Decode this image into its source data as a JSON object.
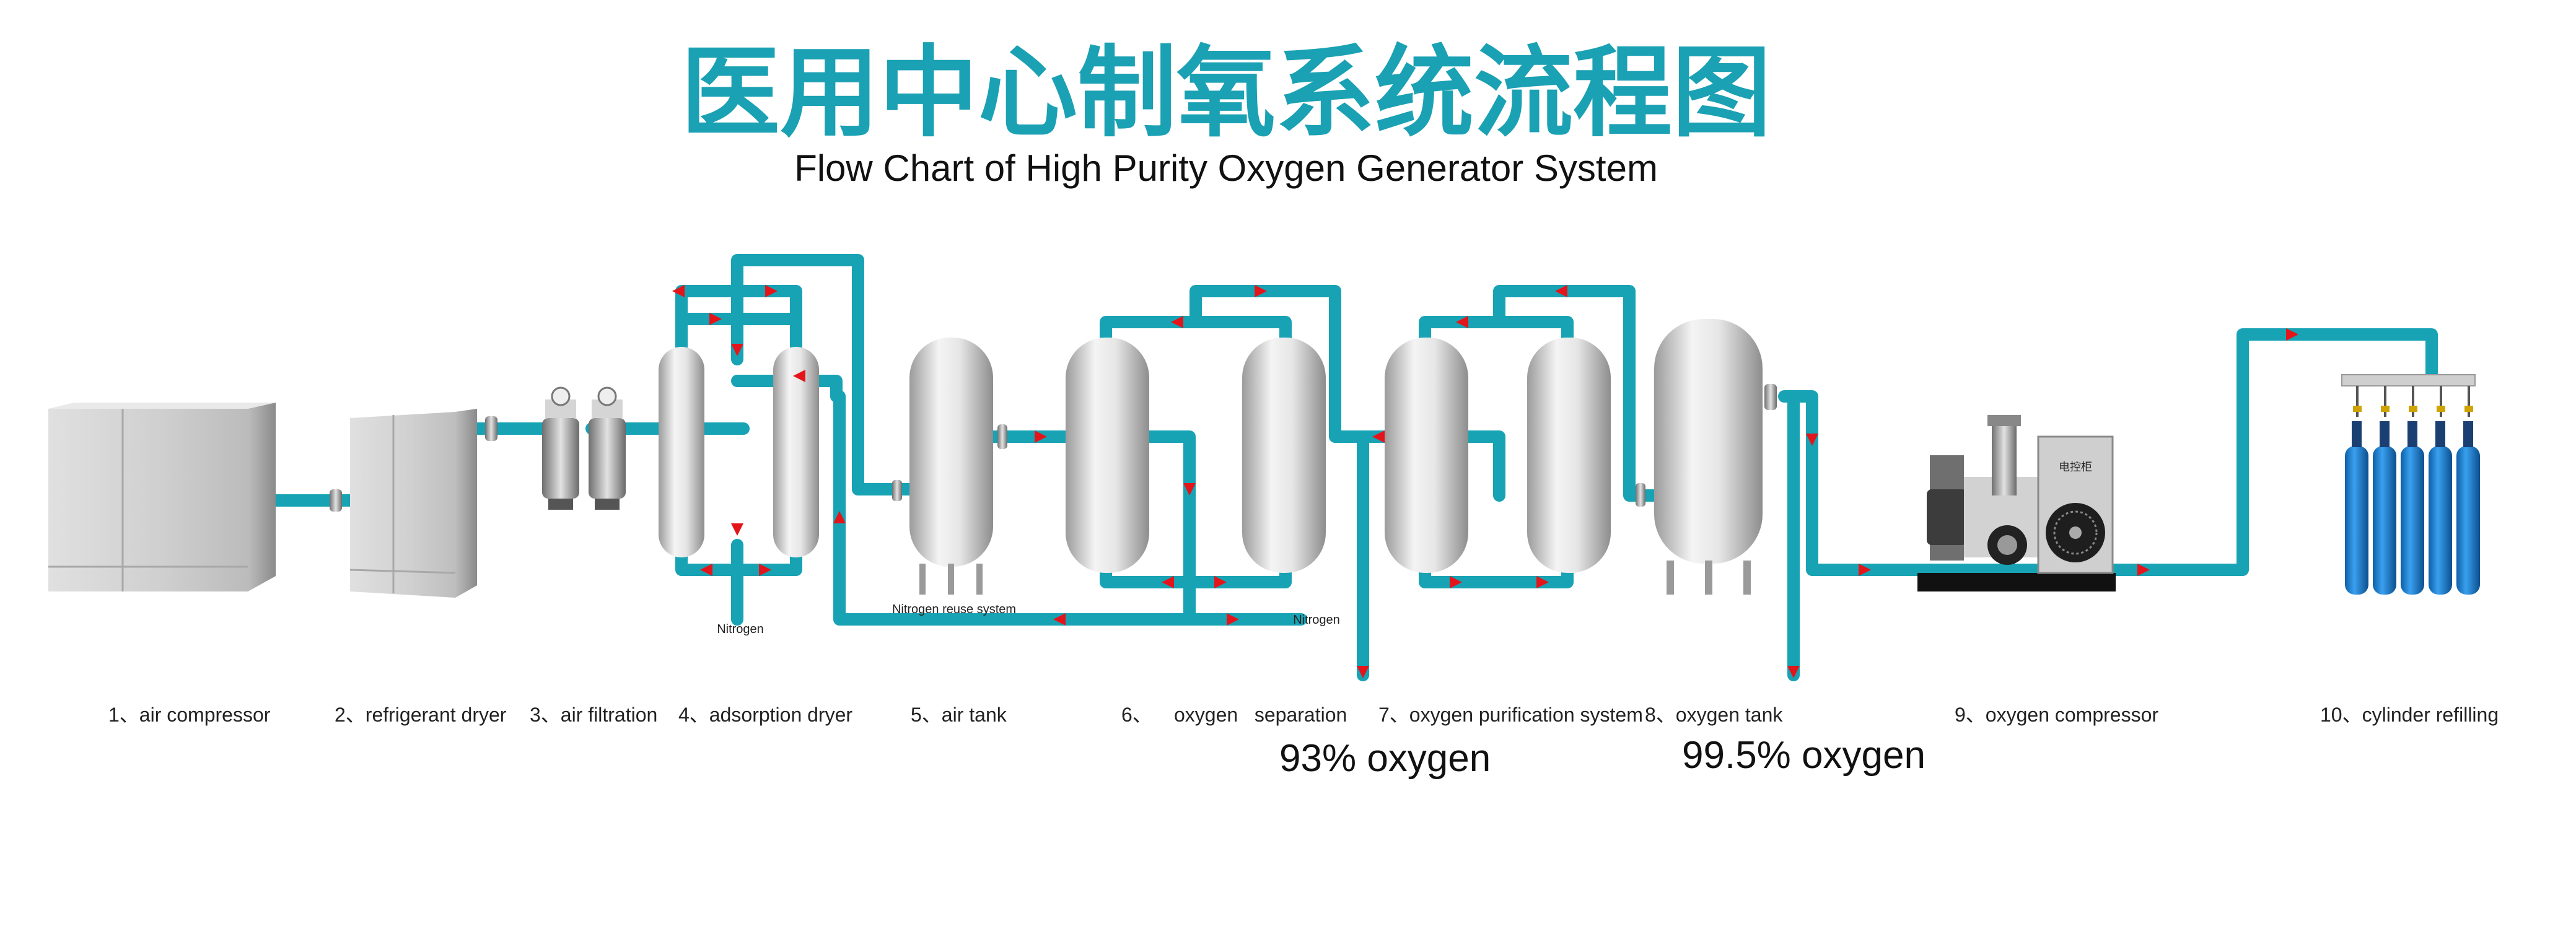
{
  "title_cn": "医用中心制氧系统流程图",
  "title_en": "Flow Chart of High Purity Oxygen Generator System",
  "labels": {
    "step1": "1、air compressor",
    "step2": "2、refrigerant dryer",
    "step3": "3、air filtration",
    "step4": "4、adsorption dryer",
    "step5": "5、air tank",
    "step6_num": "6、",
    "step6_text": "oxygen   separation",
    "step7": "7、oxygen purification system",
    "step8": "8、oxygen tank",
    "step9": "9、oxygen compressor",
    "step10": "10、cylinder refilling"
  },
  "annotations": {
    "nitrogen_1": "Nitrogen",
    "nitrogen_reuse": "Nitrogen reuse system",
    "nitrogen_2": "Nitrogen",
    "cabinet_label": "电控柜"
  },
  "outputs": {
    "purity_93": "93% oxygen",
    "purity_995": "99.5% oxygen"
  },
  "colors": {
    "pipe": "#17a3b4",
    "arrow": "#e3151b",
    "title": "#1aa1b3",
    "cylinder": "#1a7fd4"
  }
}
